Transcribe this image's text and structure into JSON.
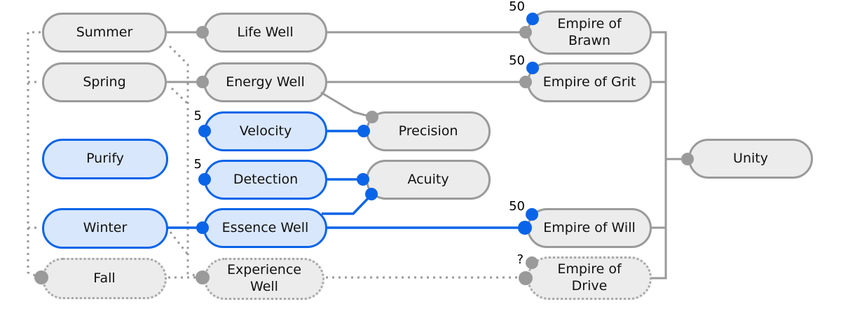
{
  "colors": {
    "blue": "#0a64e8",
    "blue_fill": "#d9e7fc",
    "gray": "#9a9a9a",
    "gray_fill": "#ececec",
    "dotted_border": "#a8a8a8",
    "text": "#111111"
  },
  "nodes": [
    {
      "id": "summer",
      "label": "Summer",
      "style": "gray"
    },
    {
      "id": "spring",
      "label": "Spring",
      "style": "gray"
    },
    {
      "id": "purify",
      "label": "Purify",
      "style": "blue"
    },
    {
      "id": "winter",
      "label": "Winter",
      "style": "blue"
    },
    {
      "id": "fall",
      "label": "Fall",
      "style": "dotted"
    },
    {
      "id": "life-well",
      "label": "Life Well",
      "style": "gray"
    },
    {
      "id": "energy-well",
      "label": "Energy Well",
      "style": "gray"
    },
    {
      "id": "velocity",
      "label": "Velocity",
      "style": "blue",
      "badge": "5"
    },
    {
      "id": "detection",
      "label": "Detection",
      "style": "blue",
      "badge": "5"
    },
    {
      "id": "essence-well",
      "label": "Essence Well",
      "style": "blue"
    },
    {
      "id": "experience-well",
      "label": "Experience Well",
      "style": "dotted"
    },
    {
      "id": "precision",
      "label": "Precision",
      "style": "gray"
    },
    {
      "id": "acuity",
      "label": "Acuity",
      "style": "gray"
    },
    {
      "id": "empire-of-brawn",
      "label": "Empire of Brawn",
      "style": "gray",
      "badge": "50"
    },
    {
      "id": "empire-of-grit",
      "label": "Empire of Grit",
      "style": "gray",
      "badge": "50"
    },
    {
      "id": "empire-of-will",
      "label": "Empire of Will",
      "style": "gray",
      "badge": "50"
    },
    {
      "id": "empire-of-drive",
      "label": "Empire of Drive",
      "style": "dotted",
      "badge": "?"
    },
    {
      "id": "unity",
      "label": "Unity",
      "style": "gray"
    }
  ],
  "edges": [
    {
      "from": "summer",
      "to": "life-well",
      "style": "solid-gray"
    },
    {
      "from": "spring",
      "to": "energy-well",
      "style": "solid-gray"
    },
    {
      "from": "life-well",
      "to": "empire-of-brawn",
      "style": "solid-gray"
    },
    {
      "from": "energy-well",
      "to": "empire-of-grit",
      "style": "solid-gray"
    },
    {
      "from": "energy-well",
      "to": "precision",
      "style": "solid-gray"
    },
    {
      "from": "winter",
      "to": "essence-well",
      "style": "solid-blue"
    },
    {
      "from": "velocity",
      "to": "precision",
      "style": "solid-blue"
    },
    {
      "from": "detection",
      "to": "acuity",
      "style": "solid-blue"
    },
    {
      "from": "essence-well",
      "to": "acuity",
      "style": "solid-blue"
    },
    {
      "from": "essence-well",
      "to": "empire-of-will",
      "style": "solid-blue"
    },
    {
      "from": "summer",
      "to": "fall",
      "style": "dotted"
    },
    {
      "from": "spring",
      "to": "fall",
      "style": "dotted"
    },
    {
      "from": "winter",
      "to": "fall",
      "style": "dotted"
    },
    {
      "from": "summer",
      "to": "experience-well",
      "style": "dotted"
    },
    {
      "from": "spring",
      "to": "experience-well",
      "style": "dotted"
    },
    {
      "from": "winter",
      "to": "experience-well",
      "style": "dotted"
    },
    {
      "from": "fall",
      "to": "experience-well",
      "style": "dotted"
    },
    {
      "from": "experience-well",
      "to": "empire-of-drive",
      "style": "dotted"
    },
    {
      "from": "empire-of-brawn",
      "to": "unity",
      "style": "solid-gray"
    },
    {
      "from": "empire-of-grit",
      "to": "unity",
      "style": "solid-gray"
    },
    {
      "from": "empire-of-will",
      "to": "unity",
      "style": "solid-gray"
    },
    {
      "from": "empire-of-drive",
      "to": "unity",
      "style": "solid-gray"
    }
  ]
}
